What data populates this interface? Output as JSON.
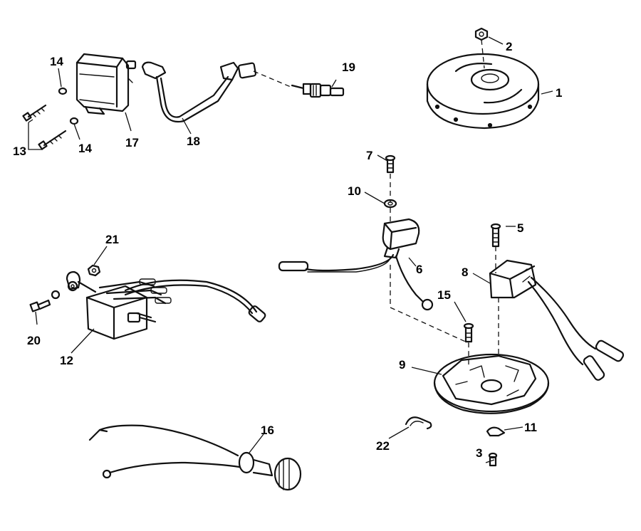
{
  "callouts": [
    {
      "id": "c1",
      "label": "1"
    },
    {
      "id": "c2",
      "label": "2"
    },
    {
      "id": "c3",
      "label": "3"
    },
    {
      "id": "c5",
      "label": "5"
    },
    {
      "id": "c6",
      "label": "6"
    },
    {
      "id": "c7",
      "label": "7"
    },
    {
      "id": "c8",
      "label": "8"
    },
    {
      "id": "c9",
      "label": "9"
    },
    {
      "id": "c10",
      "label": "10"
    },
    {
      "id": "c11",
      "label": "11"
    },
    {
      "id": "c12",
      "label": "12"
    },
    {
      "id": "c13",
      "label": "13"
    },
    {
      "id": "c14a",
      "label": "14"
    },
    {
      "id": "c14b",
      "label": "14"
    },
    {
      "id": "c15",
      "label": "15"
    },
    {
      "id": "c16",
      "label": "16"
    },
    {
      "id": "c17",
      "label": "17"
    },
    {
      "id": "c18",
      "label": "18"
    },
    {
      "id": "c19",
      "label": "19"
    },
    {
      "id": "c20",
      "label": "20"
    },
    {
      "id": "c21",
      "label": "21"
    },
    {
      "id": "c22",
      "label": "22"
    }
  ]
}
